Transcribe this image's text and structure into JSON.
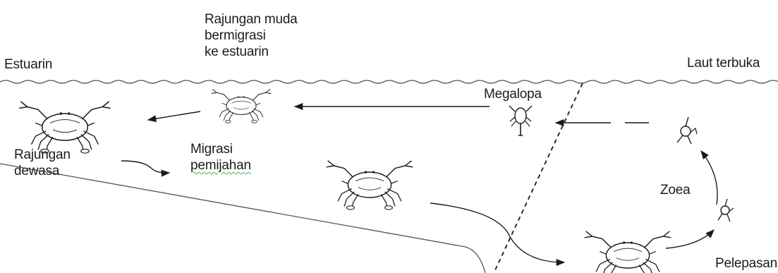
{
  "labels": {
    "estuary": "Estuarin",
    "young_migrate": [
      "Rajungan muda",
      "bermigrasi",
      "ke estuarin"
    ],
    "open_sea": "Laut terbuka",
    "megalopa": "Megalopa",
    "adult": [
      "Rajungan",
      "dewasa"
    ],
    "spawning_migration": [
      "Migrasi",
      "pemijahan"
    ],
    "zoea": "Zoea",
    "release": "Pelepasan"
  },
  "icons": {
    "crab": "crab-icon",
    "megalopa": "megalopa-larva-icon",
    "zoea": "zoea-larva-icon"
  },
  "colors": {
    "line": "#1a1a1a",
    "spellcheck_underline": "#4caf50"
  }
}
